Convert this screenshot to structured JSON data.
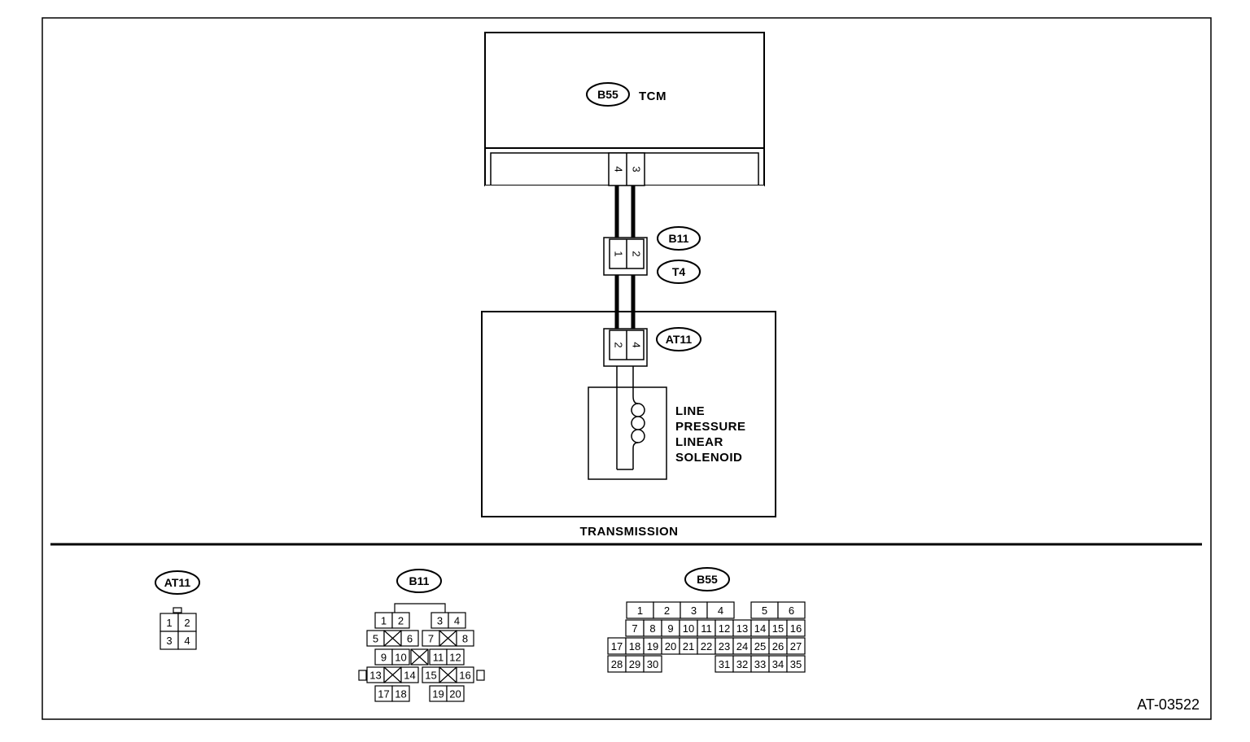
{
  "diagram": {
    "tcm": {
      "connector_tag": "B55",
      "label": "TCM",
      "pin_left": "4",
      "pin_right": "3"
    },
    "joint_connector": {
      "tag_upper": "B11",
      "tag_lower": "T4",
      "pin_left": "1",
      "pin_right": "2"
    },
    "transmission": {
      "connector_tag": "AT11",
      "pin_left": "2",
      "pin_right": "4",
      "label": "TRANSMISSION",
      "solenoid_lines": [
        "LINE",
        "PRESSURE",
        "LINEAR",
        "SOLENOID"
      ]
    },
    "figure_id": "AT-03522"
  },
  "connector_views": {
    "at11": {
      "tag": "AT11",
      "pins": [
        "1",
        "2",
        "3",
        "4"
      ]
    },
    "b11": {
      "tag": "B11",
      "pins": [
        "1",
        "2",
        "3",
        "4",
        "5",
        "6",
        "7",
        "8",
        "9",
        "10",
        "11",
        "12",
        "13",
        "14",
        "15",
        "16",
        "17",
        "18",
        "19",
        "20"
      ]
    },
    "b55": {
      "tag": "B55",
      "pins": [
        "1",
        "2",
        "3",
        "4",
        "5",
        "6",
        "7",
        "8",
        "9",
        "10",
        "11",
        "12",
        "13",
        "14",
        "15",
        "16",
        "17",
        "18",
        "19",
        "20",
        "21",
        "22",
        "23",
        "24",
        "25",
        "26",
        "27",
        "28",
        "29",
        "30",
        "31",
        "32",
        "33",
        "34",
        "35"
      ]
    }
  }
}
